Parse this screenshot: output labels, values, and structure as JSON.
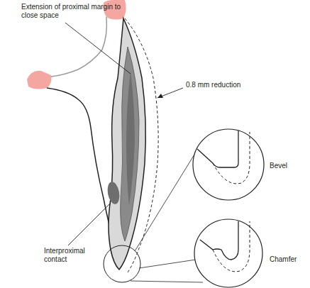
{
  "diagram": {
    "labels": [
      "Extension of proximal margin to close space",
      "0.8 mm reduction",
      "Bevel",
      "Chamfer",
      "Interproximal contact"
    ]
  }
}
